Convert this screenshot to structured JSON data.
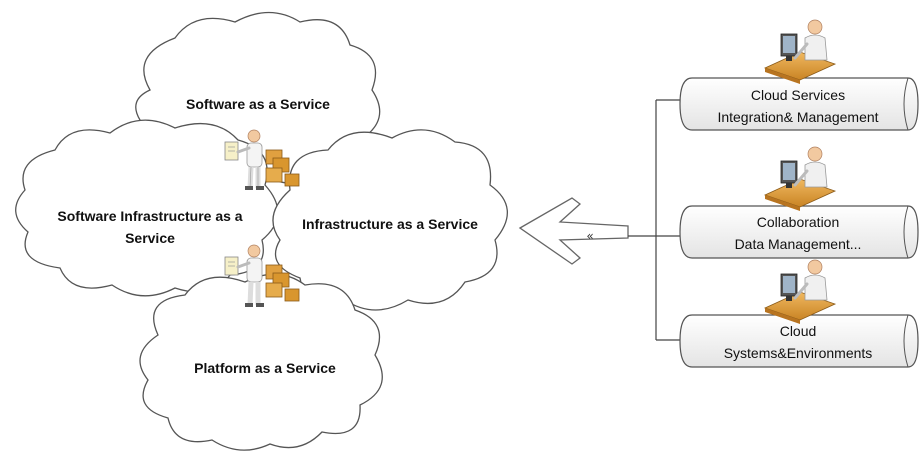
{
  "clouds": {
    "saas": "Software as a Service",
    "sinfra_line1": "Software Infrastructure as a",
    "sinfra_line2": "Service",
    "iaas": "Infrastructure as a Service",
    "paas": "Platform as a Service"
  },
  "services": [
    {
      "line1": "Cloud Services",
      "line2": "Integration& Management"
    },
    {
      "line1": "Collaboration",
      "line2": "Data Management..."
    },
    {
      "line1": "Cloud",
      "line2": "Systems&Environments"
    }
  ],
  "arrow": {
    "glyph": "«"
  },
  "icons": {
    "admin_figure": "person-with-server-boxes-icon",
    "desk_user": "person-at-desk-computer-icon"
  },
  "colors": {
    "cloud_stroke": "#555555",
    "cloud_fill": "#ffffff",
    "box_orange": "#e0a040",
    "skin": "#f2c9a0"
  }
}
